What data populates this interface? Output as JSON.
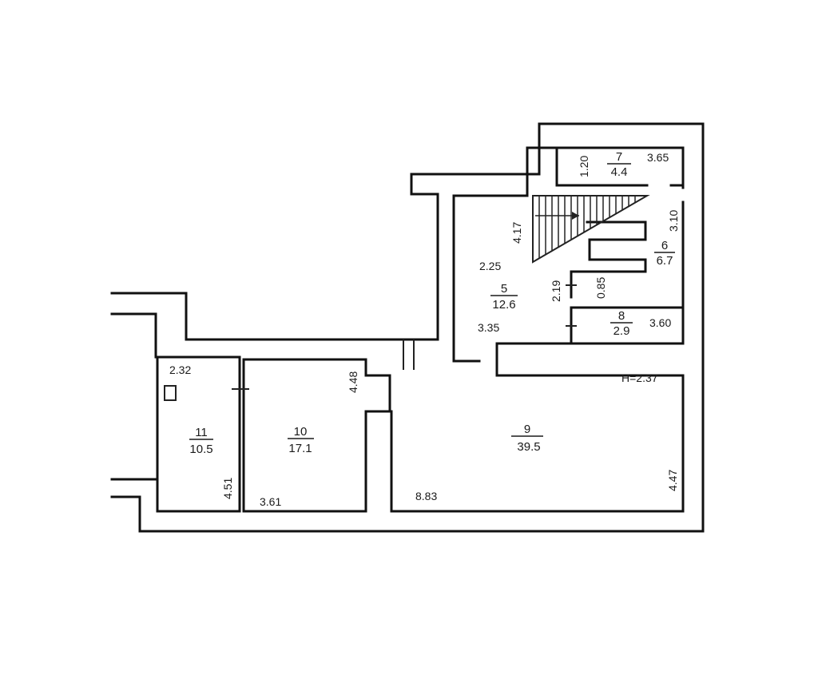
{
  "rooms": [
    {
      "number": "11",
      "area": "10.5"
    },
    {
      "number": "10",
      "area": "17.1"
    },
    {
      "number": "9",
      "area": "39.5"
    },
    {
      "number": "5",
      "area": "12.6"
    },
    {
      "number": "6",
      "area": "6.7"
    },
    {
      "number": "7",
      "area": "4.4"
    },
    {
      "number": "8",
      "area": "2.9"
    }
  ],
  "dimensions": {
    "r11_width": "2.32",
    "r11_length": "4.51",
    "r10_width": "3.61",
    "r10_depth": "4.48",
    "r9_length": "8.83",
    "r9_depth": "4.47",
    "ceiling_height": "H=2.37",
    "r5_a": "4.17",
    "r5_b": "2.25",
    "r5_c": "3.35",
    "r5_d": "2.19",
    "r6_a": "3.10",
    "r6_b": "0.85",
    "r7_a": "1.20",
    "r7_b": "3.65",
    "r8_a": "3.60"
  }
}
